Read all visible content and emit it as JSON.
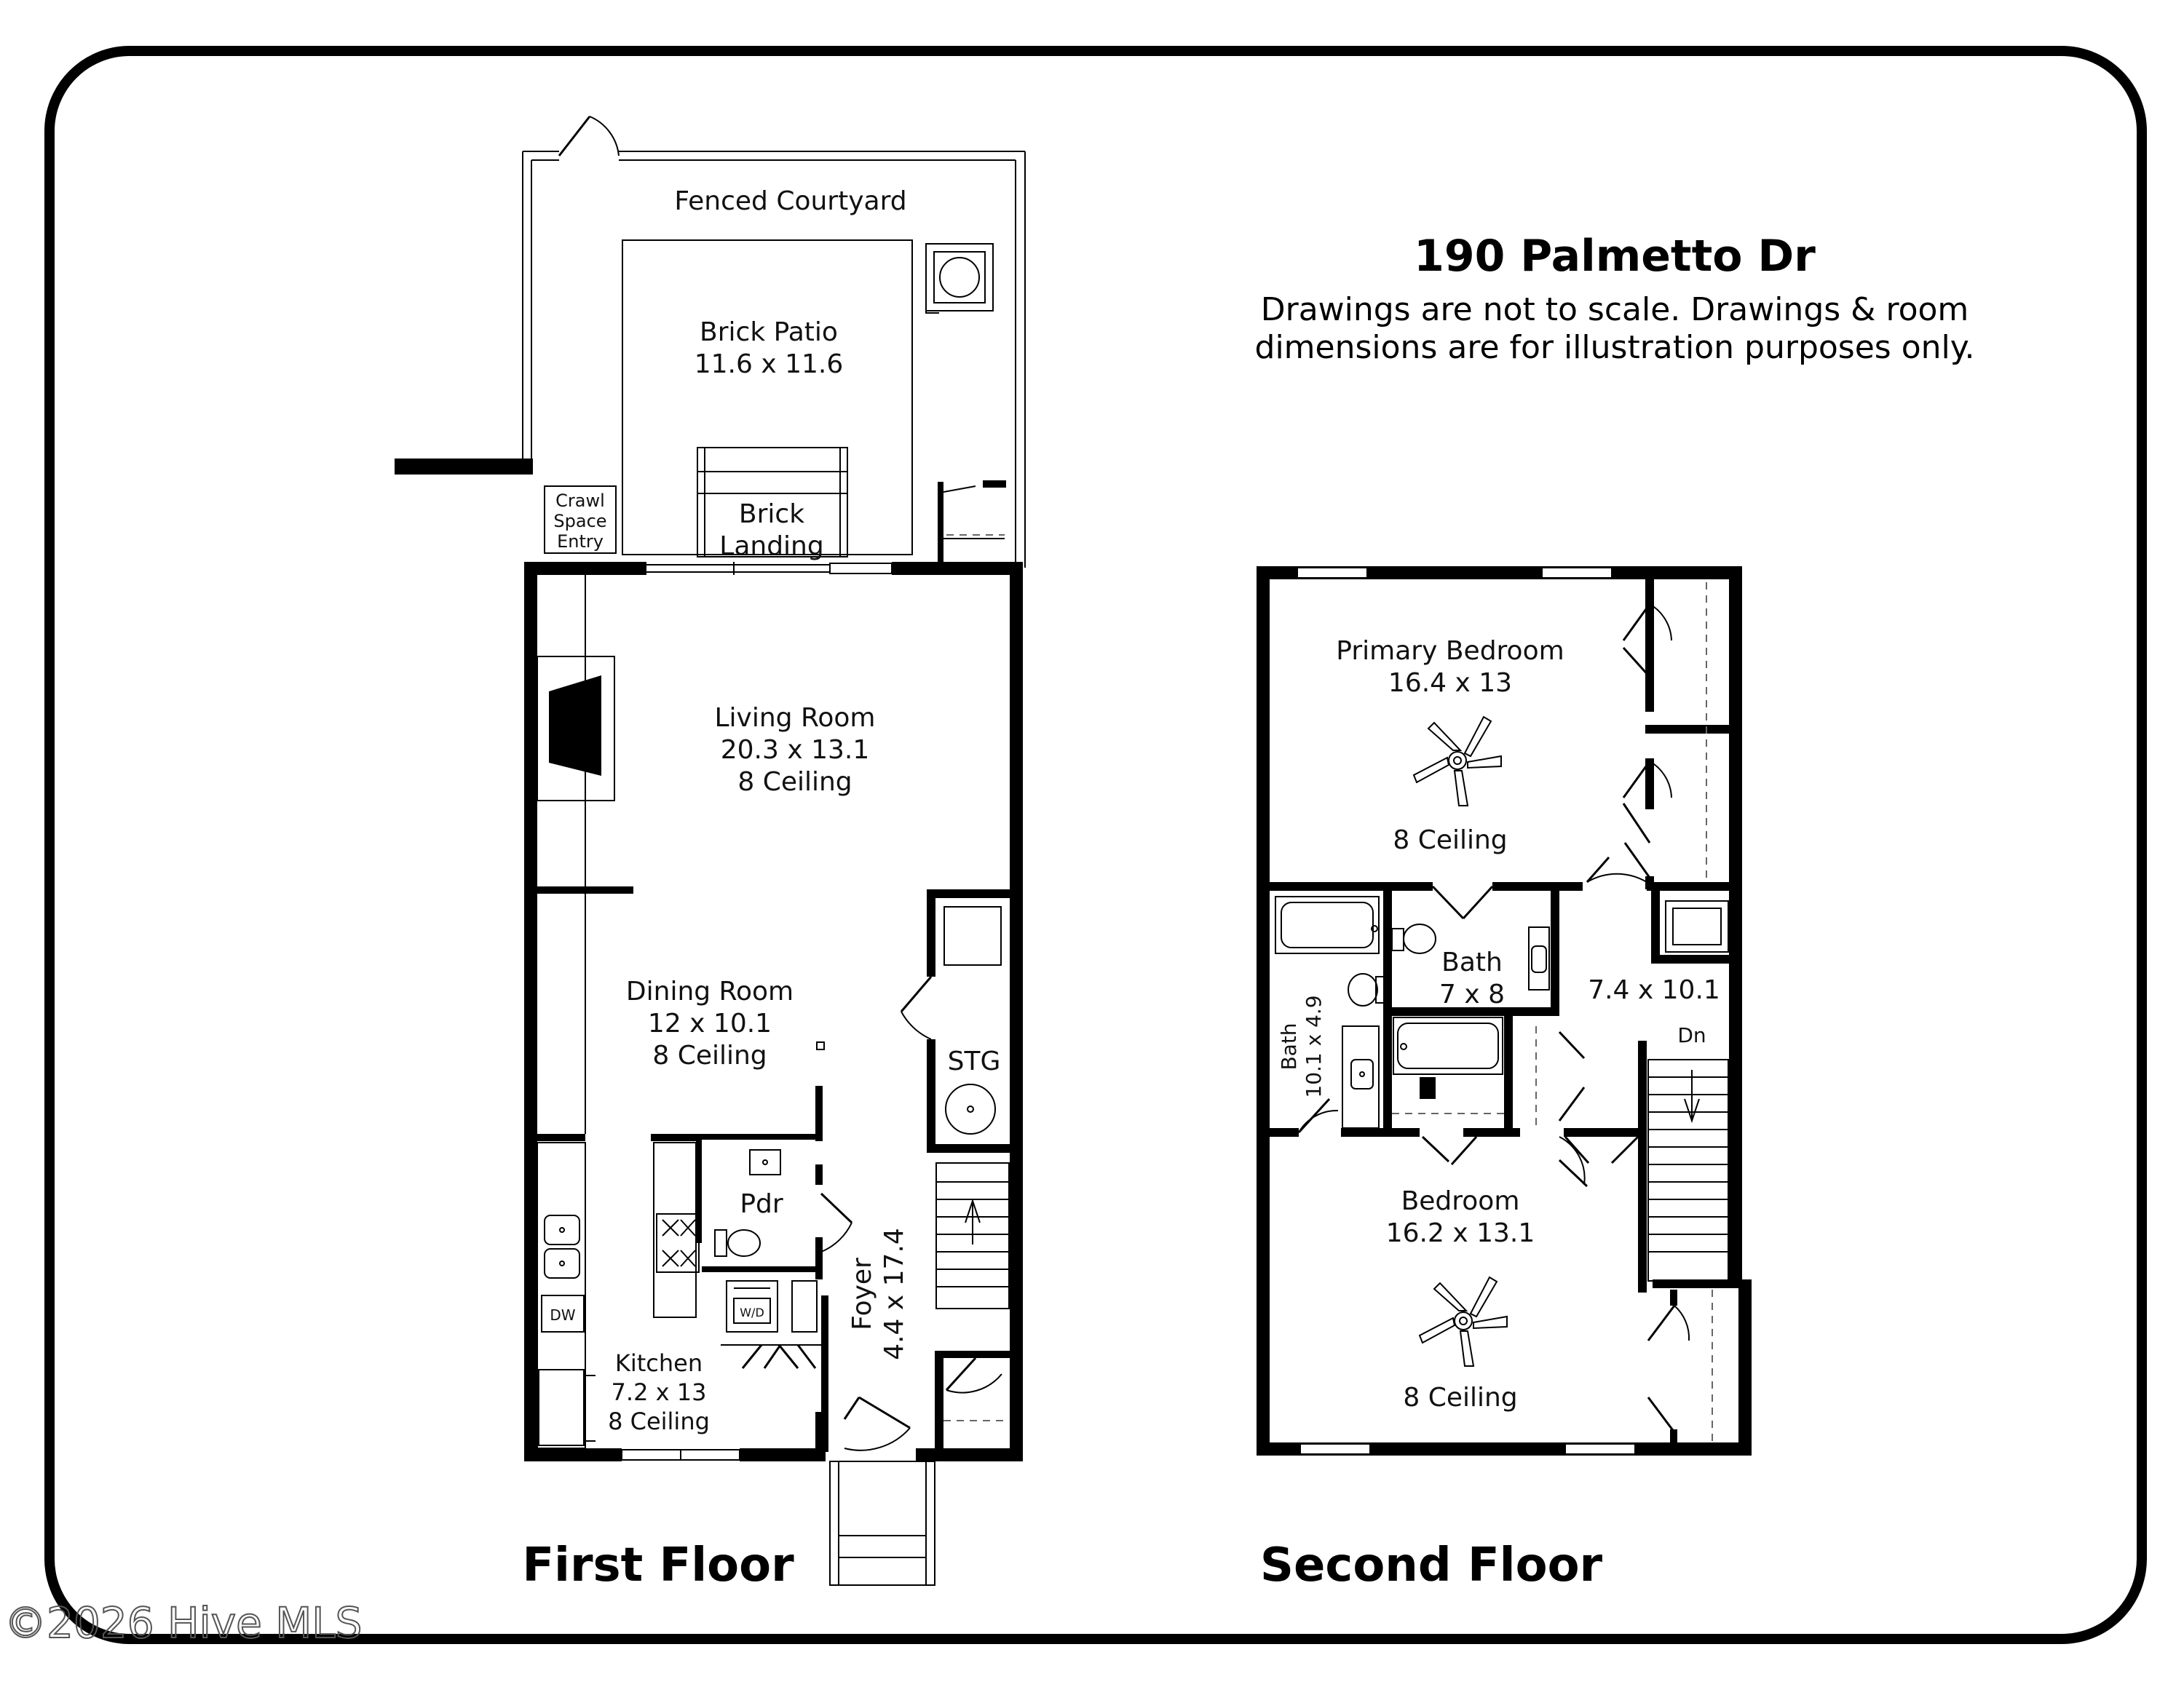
{
  "title": {
    "address": "190 Palmetto Dr",
    "disclaimer_line1": "Drawings are not to scale. Drawings & room",
    "disclaimer_line2": "dimensions are for illustration purposes only."
  },
  "floors": {
    "first": {
      "label": "First Floor"
    },
    "second": {
      "label": "Second Floor"
    }
  },
  "first_floor": {
    "fenced_courtyard": {
      "name": "Fenced Courtyard"
    },
    "brick_patio": {
      "name": "Brick Patio",
      "dims": "11.6 x 11.6"
    },
    "brick_landing": {
      "line1": "Brick",
      "line2": "Landing"
    },
    "crawl_space": {
      "line1": "Crawl",
      "line2": "Space",
      "line3": "Entry"
    },
    "living_room": {
      "name": "Living Room",
      "dims": "20.3 x 13.1",
      "ceiling": "8 Ceiling"
    },
    "dining_room": {
      "name": "Dining Room",
      "dims": "12 x 10.1",
      "ceiling": "8 Ceiling"
    },
    "storage": {
      "name": "STG"
    },
    "powder": {
      "name": "Pdr"
    },
    "laundry": {
      "label": "W/D"
    },
    "dishwasher": {
      "label": "DW"
    },
    "foyer": {
      "name": "Foyer",
      "dims": "4.4 x 17.4"
    },
    "kitchen": {
      "name": "Kitchen",
      "dims": "7.2 x 13",
      "ceiling": "8 Ceiling"
    }
  },
  "second_floor": {
    "primary_bedroom": {
      "name": "Primary Bedroom",
      "dims": "16.4 x 13",
      "ceiling": "8 Ceiling"
    },
    "bath_center": {
      "name": "Bath",
      "dims": "7 x 8"
    },
    "hall": {
      "dims": "7.4 x 10.1"
    },
    "stair": {
      "label": "Dn"
    },
    "bath_side": {
      "name": "Bath",
      "dims": "10.1 x 4.9"
    },
    "bedroom": {
      "name": "Bedroom",
      "dims": "16.2 x 13.1",
      "ceiling": "8 Ceiling"
    }
  },
  "watermark": {
    "text": "©2026 Hive MLS"
  }
}
